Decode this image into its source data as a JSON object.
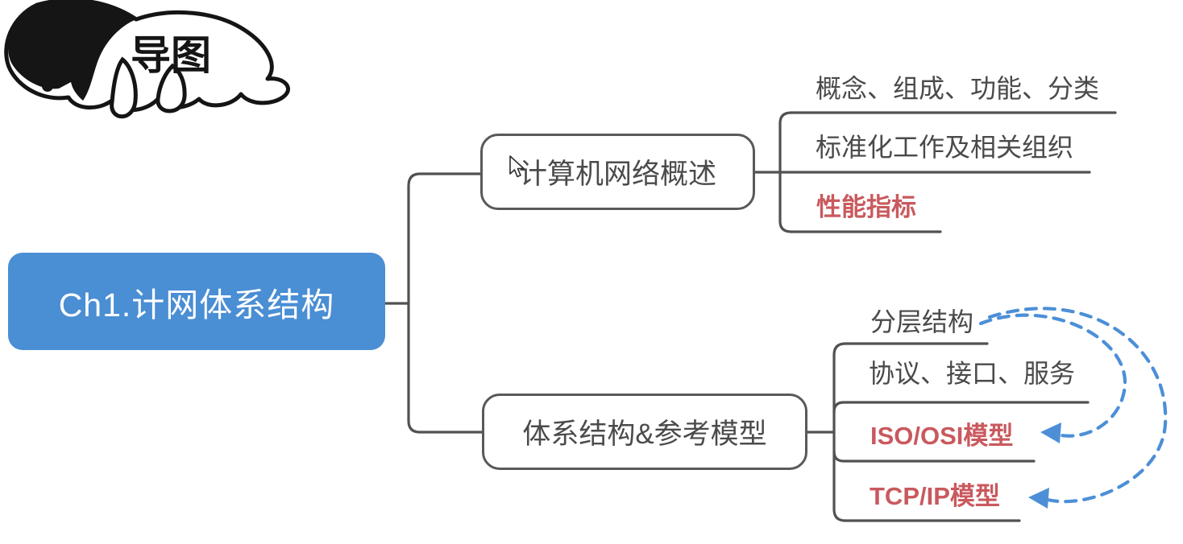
{
  "mindmap": {
    "badge": {
      "label": "导图"
    },
    "root": {
      "label": "Ch1.计网体系结构"
    },
    "branches": [
      {
        "label": "计算机网络概述",
        "children": [
          {
            "label": "概念、组成、功能、分类",
            "emphasis": false
          },
          {
            "label": "标准化工作及相关组织",
            "emphasis": false
          },
          {
            "label": "性能指标",
            "emphasis": true
          }
        ]
      },
      {
        "label": "体系结构&参考模型",
        "children": [
          {
            "label": "分层结构",
            "emphasis": false
          },
          {
            "label": "协议、接口、服务",
            "emphasis": false
          },
          {
            "label": "ISO/OSI模型",
            "emphasis": true
          },
          {
            "label": "TCP/IP模型",
            "emphasis": true
          }
        ]
      }
    ],
    "annotations": {
      "arrows": [
        {
          "from": "分层结构",
          "to": "ISO/OSI模型",
          "style": "dashed"
        },
        {
          "from": "分层结构",
          "to": "TCP/IP模型",
          "style": "dashed"
        }
      ]
    },
    "colors": {
      "root_blue": "#4a8ed4",
      "root_text": "#ffffff",
      "line_gray": "#515151",
      "leaf_text": "#4a4a4a",
      "accent_red": "#c9595e",
      "arrow_blue": "#4c8fd7"
    },
    "icons": {
      "mascot": "lying-doodle-character-icon",
      "cursor": "arrow-pointer-icon"
    }
  }
}
